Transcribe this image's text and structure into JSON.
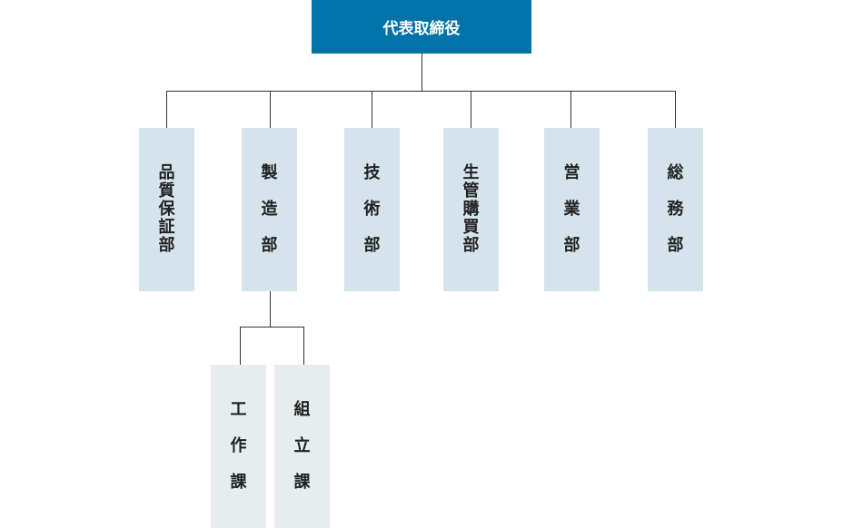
{
  "top": {
    "label": "代表取締役"
  },
  "departments": [
    {
      "id": "quality",
      "label": "品質保証部"
    },
    {
      "id": "manufacturing",
      "label": "製造部"
    },
    {
      "id": "engineering",
      "label": "技術部"
    },
    {
      "id": "production-purchasing",
      "label": "生管購買部"
    },
    {
      "id": "sales",
      "label": "営業部"
    },
    {
      "id": "general-affairs",
      "label": "総務部"
    }
  ],
  "sections": [
    {
      "id": "machining",
      "label": "工作課"
    },
    {
      "id": "assembly",
      "label": "組立課"
    }
  ],
  "colors": {
    "top_fill": "#0073a8",
    "department_fill": "#d5e4ec",
    "section_fill": "#e7eced",
    "line": "#333333"
  }
}
